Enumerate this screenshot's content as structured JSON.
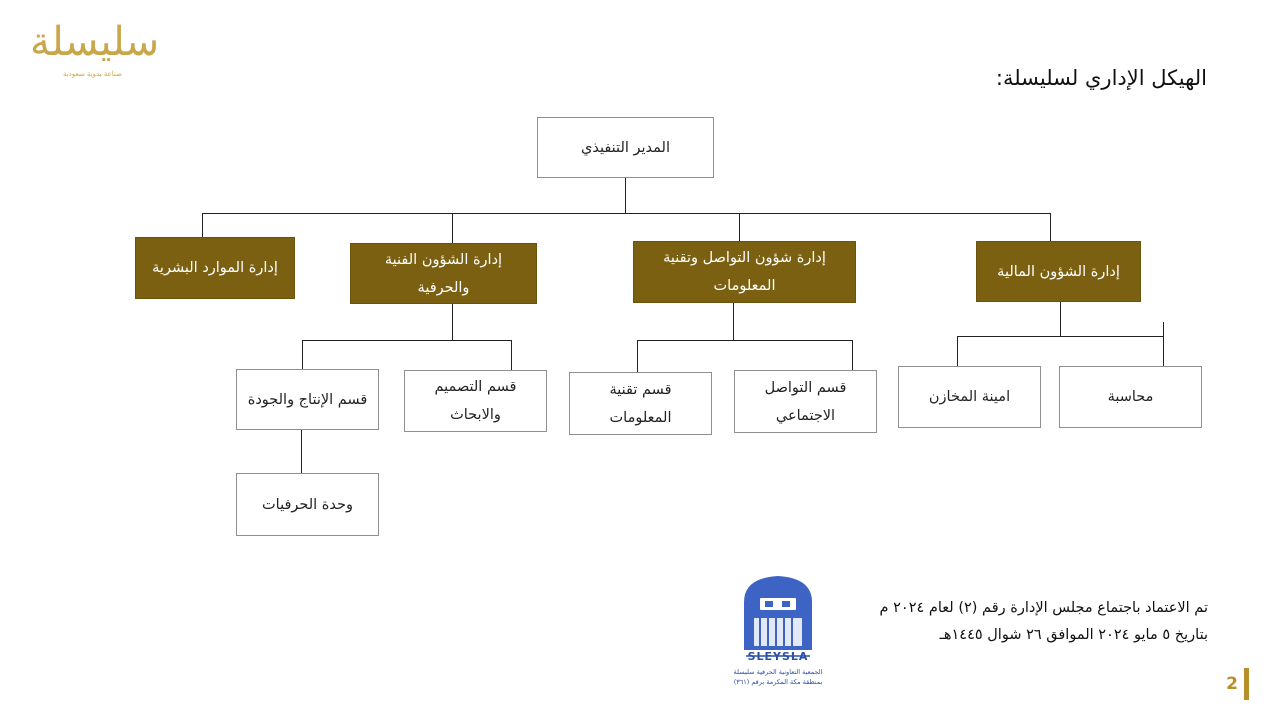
{
  "logo": {
    "brand": "سليسلة",
    "tagline": "صناعة يدوية سعودية"
  },
  "title": "الهيكل الإداري لسليسلة:",
  "nodes": {
    "ceo": "المدير التنفيذي",
    "hr": "إدارة الموارد البشرية",
    "arts": "إدارة الشؤون الفنية والحرفية",
    "comm": "إدارة شؤون التواصل وتقنية المعلومات",
    "finance": "إدارة الشؤون المالية",
    "production": "قسم الإنتاج والجودة",
    "design": "قسم التصميم والابحاث",
    "it": "قسم تقنية المعلومات",
    "social": "قسم التواصل الاجتماعي",
    "warehouse": "امينة المخازن",
    "accounting": "محاسبة",
    "crafts": "وحدة الحرفيات"
  },
  "approval": {
    "line1": "تم الاعتماد باجتماع مجلس الإدارة رقم (٢) لعام ٢٠٢٤ م",
    "line2": "بتاريخ ٥ مايو ٢٠٢٤ الموافق ٢٦ شوال ١٤٤٥هـ"
  },
  "stamp": {
    "label": "SLEYSLA",
    "caption1": "الجمعية التعاونية الحرفية سليسلة",
    "caption2": "بمنطقة مكة المكرمة برقم (٣٦١)"
  },
  "page_number": "2",
  "colors": {
    "gold_box": "#7b6011",
    "logo_gold": "#c9a648",
    "stamp_blue": "#2c4fa8"
  }
}
